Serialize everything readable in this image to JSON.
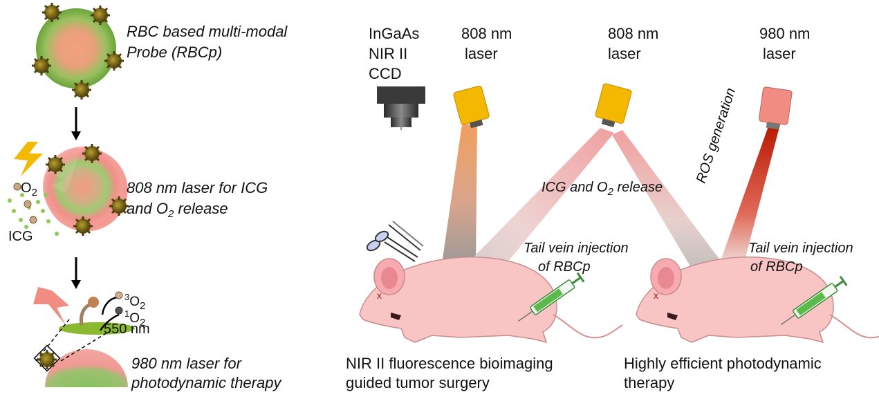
{
  "left_panel": {
    "step1": {
      "line1": "RBC based multi-modal",
      "line2": "Probe (RBCp)"
    },
    "step2": {
      "line1": "808 nm laser for ICG",
      "line2_pre": "and O",
      "line2_sub": "2",
      "line2_post": " release",
      "label_o2": "O",
      "label_o2_sub": "2",
      "label_icg": "ICG"
    },
    "step3": {
      "triplet_sup": "3",
      "triplet_main": "O",
      "triplet_sub": "2",
      "singlet_sup": "1",
      "singlet_main": "O",
      "singlet_sub": "2",
      "wavelength": "550 nm",
      "line1": "980 nm laser for",
      "line2": "photodynamic therapy"
    }
  },
  "right_panel": {
    "camera": {
      "line1": "InGaAs",
      "line2": "NIR II",
      "line3": "CCD"
    },
    "laser1": {
      "line1": "808 nm",
      "line2": "laser",
      "color": "#f5b800"
    },
    "laser2": {
      "line1": "808 nm",
      "line2": "laser",
      "color": "#f5b800"
    },
    "laser3": {
      "line1": "980 nm",
      "line2": "laser",
      "color": "#f08c82"
    },
    "release_label_pre": "ICG and O",
    "release_label_sub": "2",
    "release_label_post": " release",
    "ros_label": "ROS generation",
    "injection1": {
      "line1": "Tail vein injection",
      "line2": "of RBCp"
    },
    "injection2": {
      "line1": "Tail vein injection",
      "line2": "of RBCp"
    },
    "caption1": {
      "line1": "NIR II fluorescence bioimaging",
      "line2": "guided tumor surgery"
    },
    "caption2": {
      "line1": "Highly efficient photodynamic",
      "line2": "therapy"
    }
  }
}
